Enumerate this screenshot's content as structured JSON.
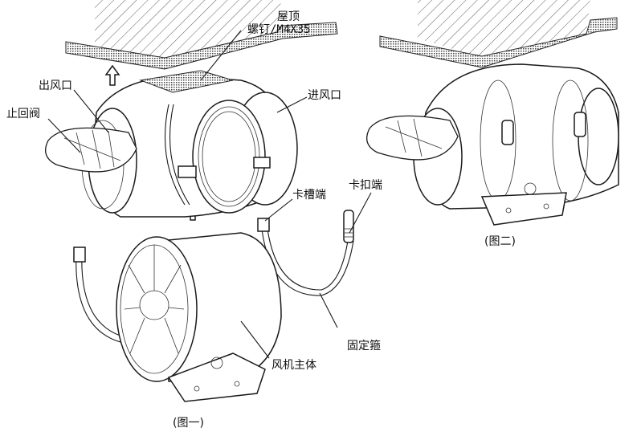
{
  "figure": {
    "fig1_caption": "(图一)",
    "fig2_caption": "(图二)"
  },
  "labels": {
    "roof": "屋顶",
    "screw": "螺钉/M4X35",
    "outlet": "出风口",
    "check_valve": "止回阀",
    "inlet": "进风口",
    "slot_end": "卡槽端",
    "buckle_end": "卡扣端",
    "clamp": "固定箍",
    "fan_body": "风机主体"
  },
  "colors": {
    "line": "#1a1a1a",
    "background": "#ffffff",
    "hatch": "#555555"
  }
}
